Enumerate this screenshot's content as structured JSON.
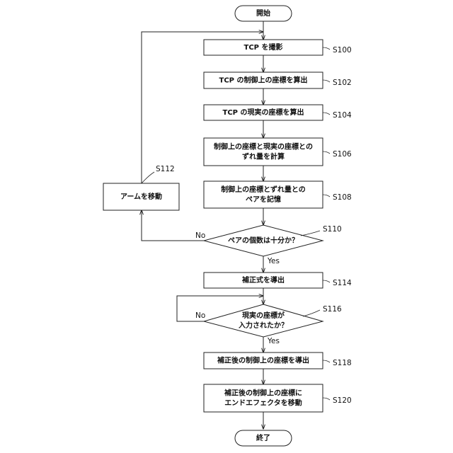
{
  "nodes": {
    "start": {
      "lines": [
        "開始"
      ]
    },
    "s100": {
      "lines": [
        "TCP を撮影"
      ],
      "step": "S100"
    },
    "s102": {
      "lines": [
        "TCP の制御上の座標を算出"
      ],
      "step": "S102"
    },
    "s104": {
      "lines": [
        "TCP の現実の座標を算出"
      ],
      "step": "S104"
    },
    "s106": {
      "lines": [
        "制御上の座標と現実の座標との",
        "ずれ量を計算"
      ],
      "step": "S106"
    },
    "s108": {
      "lines": [
        "制御上の座標とずれ量との",
        "ペアを記憶"
      ],
      "step": "S108"
    },
    "s110": {
      "lines": [
        "ペアの個数は十分か？"
      ],
      "step": "S110"
    },
    "s112": {
      "lines": [
        "アームを移動"
      ],
      "step": "S112"
    },
    "s114": {
      "lines": [
        "補正式を導出"
      ],
      "step": "S114"
    },
    "s116": {
      "lines": [
        "現実の座標が",
        "入力されたか？"
      ],
      "step": "S116"
    },
    "s118": {
      "lines": [
        "補正後の制御上の座標を導出"
      ],
      "step": "S118"
    },
    "s120": {
      "lines": [
        "補正後の制御上の座標に",
        "エンドエフェクタを移動"
      ],
      "step": "S120"
    },
    "end": {
      "lines": [
        "終了"
      ]
    }
  },
  "edge_labels": {
    "s110_no": "No",
    "s110_yes": "Yes",
    "s116_no": "No",
    "s116_yes": "Yes"
  }
}
